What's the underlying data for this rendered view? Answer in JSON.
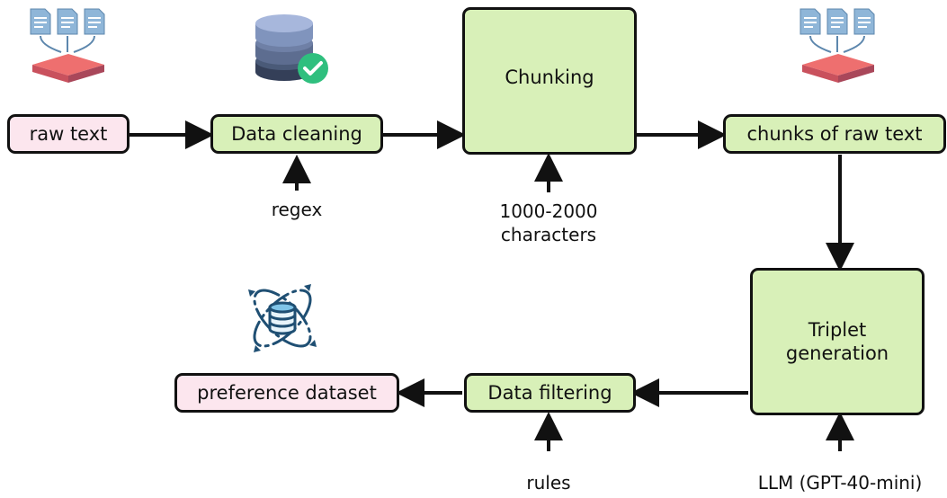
{
  "nodes": {
    "raw_text": "raw text",
    "data_cleaning": "Data cleaning",
    "chunking": "Chunking",
    "chunks_raw_text": "chunks of raw text",
    "triplet_line1": "Triplet",
    "triplet_line2": "generation",
    "data_filtering": "Data filtering",
    "preference_dataset": "preference dataset"
  },
  "inputs": {
    "regex": "regex",
    "chunk_size_line1": "1000-2000",
    "chunk_size_line2": "characters",
    "rules": "rules",
    "llm": "LLM (GPT-40-mini)"
  },
  "colors": {
    "process_fill": "#d8f0b8",
    "terminal_fill": "#fce6ee",
    "stroke": "#111111",
    "doc_icon": "#8fb6d8",
    "tray_icon": "#ee6f6f",
    "db_icon": "#4a5a78",
    "check_icon": "#2fbf7e",
    "cycle_icon": "#1f4f73"
  },
  "icons": [
    "documents-merge-icon",
    "database-check-icon",
    "documents-merge-icon",
    "database-sync-icon"
  ]
}
